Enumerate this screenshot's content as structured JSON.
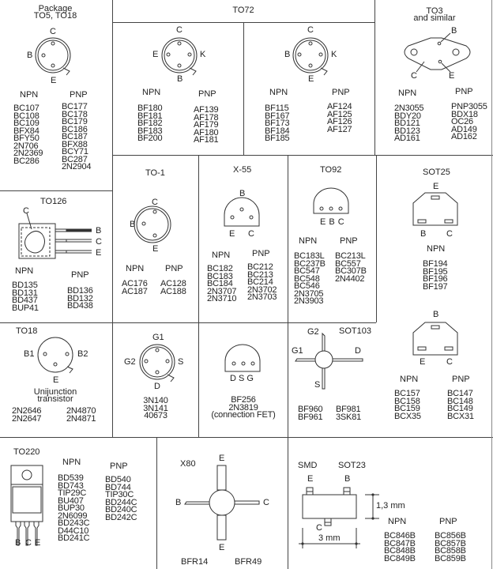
{
  "cells": {
    "to5_to18": {
      "title": [
        "Package",
        "TO5, TO18"
      ],
      "pins": {
        "top": "C",
        "left": "B",
        "bottom": "E"
      },
      "npn_label": "NPN",
      "pnp_label": "PNP",
      "npn": [
        "BC107",
        "BC108",
        "BC109",
        "BFX84",
        "BFY50",
        "2N706",
        "2N2369",
        "BC286"
      ],
      "pnp": [
        "BC177",
        "BC178",
        "BC179",
        "BC186",
        "BC187",
        "BFX88",
        "BCY71",
        "BC287",
        "2N2904"
      ]
    },
    "to72": {
      "title": "TO72",
      "left": {
        "pins": {
          "top": "C",
          "left": "E",
          "right": "K",
          "bottom": "B"
        },
        "npn_label": "NPN",
        "pnp_label": "PNP",
        "npn": [
          "BF180",
          "BF181",
          "BF182",
          "BF183",
          "BF200"
        ],
        "pnp": [
          "AF139",
          "AF178",
          "AF179",
          "AF180",
          "AF181"
        ]
      },
      "right": {
        "pins": {
          "top": "C",
          "left": "B",
          "right": "K",
          "bottom": "E"
        },
        "npn_label": "NPN",
        "pnp_label": "PNP",
        "npn": [
          "BF115",
          "BF167",
          "BF173",
          "BF184",
          "BF185"
        ],
        "pnp": [
          "AF124",
          "AF125",
          "AF126",
          "AF127"
        ]
      }
    },
    "to3": {
      "title": [
        "TO3",
        "and similar"
      ],
      "pins": {
        "b": "B",
        "c": "C",
        "e": "E"
      },
      "npn_label": "NPN",
      "pnp_label": "PNP",
      "npn": [
        "2N3055",
        "BDY20",
        "BD121",
        "BD123",
        "AD161"
      ],
      "pnp": [
        "PNP3055",
        "BDX18",
        "OC26",
        "AD149",
        "AD162"
      ]
    },
    "to126": {
      "title": "TO126",
      "pins": {
        "tab": "C",
        "p1": "B",
        "p2": "C",
        "p3": "E"
      },
      "npn_label": "NPN",
      "pnp_label": "PNP",
      "npn": [
        "BD135",
        "BD131",
        "BD437",
        "BUP41"
      ],
      "pnp": [
        "BD136",
        "BD132",
        "BD438"
      ]
    },
    "to1": {
      "title": "TO-1",
      "pins": {
        "top": "C",
        "left": "B",
        "bottom": "E"
      },
      "npn_label": "NPN",
      "pnp_label": "PNP",
      "npn": [
        "AC176",
        "AC187"
      ],
      "pnp": [
        "AC128",
        "AC188"
      ]
    },
    "x55": {
      "title": "X-55",
      "pins": {
        "top": "B",
        "left": "E",
        "right": "C"
      },
      "npn_label": "NPN",
      "pnp_label": "PNP",
      "npn": [
        "BC182",
        "BC183",
        "BC184",
        "2N3707",
        "2N3710"
      ],
      "pnp": [
        "BC212",
        "BC213",
        "BC214",
        "2N3702",
        "2N3703"
      ]
    },
    "to92": {
      "title": "TO92",
      "pins_label": "E B C",
      "npn_label": "NPN",
      "pnp_label": "PNP",
      "npn": [
        "BC183L",
        "BC237B",
        "BC547",
        "BC548",
        "BC546",
        "2N3705",
        "2N3903"
      ],
      "pnp": [
        "BC213L",
        "BC557",
        "BC307B",
        "2N4402"
      ]
    },
    "sot25": {
      "title": "SOT25",
      "top": {
        "pins": {
          "top": "E",
          "left": "B",
          "right": "C"
        },
        "npn_label": "NPN",
        "npn": [
          "BF194",
          "BF195",
          "BF196",
          "BF197"
        ]
      },
      "bottom": {
        "pins": {
          "top": "B",
          "left": "E",
          "right": "C"
        },
        "npn_label": "NPN",
        "pnp_label": "PNP",
        "npn": [
          "BC157",
          "BC158",
          "BC159",
          "BCX35"
        ],
        "pnp": [
          "BC147",
          "BC148",
          "BC149",
          "BCX31"
        ]
      }
    },
    "to18_ujt": {
      "title": "TO18",
      "pins": {
        "left": "B1",
        "right": "B2",
        "bottom": "E"
      },
      "subtitle": [
        "Unijunction",
        "transistor"
      ],
      "col1": [
        "2N2646",
        "2N2647"
      ],
      "col2": [
        "2N4870",
        "2N4871"
      ]
    },
    "mosfet": {
      "pins": {
        "top": "G1",
        "left": "G2",
        "right": "S",
        "bottom": "D"
      },
      "parts": [
        "3N140",
        "3N141",
        "40673"
      ]
    },
    "fet": {
      "pins_label": "D  S G",
      "parts": [
        "BF256",
        "2N3819",
        "(connection FET)"
      ]
    },
    "sot103": {
      "title": "SOT103",
      "pins": {
        "g2": "G2",
        "g1": "G1",
        "d": "D",
        "s": "S"
      },
      "col1": [
        "BF960",
        "BF961"
      ],
      "col2": [
        "BF981",
        "3SK81"
      ]
    },
    "to220": {
      "title": "TO220",
      "pins": [
        "B",
        "C",
        "E"
      ],
      "npn_label": "NPN",
      "pnp_label": "PNP",
      "npn": [
        "BD539",
        "BD743",
        "TIP29C",
        "BU407",
        "BUP30",
        "2N6099",
        "BD243C",
        "D44C10",
        "BD241C"
      ],
      "pnp": [
        "BD540",
        "BD744",
        "TIP30C",
        "BD244C",
        "BD240C",
        "BD242C"
      ]
    },
    "x80": {
      "title": "X80",
      "pins": {
        "top": "E",
        "left": "B",
        "right": "C",
        "bottom": "E"
      },
      "parts": [
        "BFR14",
        "BFR49"
      ]
    },
    "sot23": {
      "title_left": "SMD",
      "title_right": "SOT23",
      "pins": {
        "e": "E",
        "b": "B",
        "c": "C"
      },
      "dim_height": "1,3 mm",
      "dim_width": "3 mm",
      "npn_label": "NPN",
      "pnp_label": "PNP",
      "npn": [
        "BC846B",
        "BC847B",
        "BC848B",
        "BC849B"
      ],
      "pnp": [
        "BC856B",
        "BC857B",
        "BC858B",
        "BC859B"
      ]
    }
  }
}
